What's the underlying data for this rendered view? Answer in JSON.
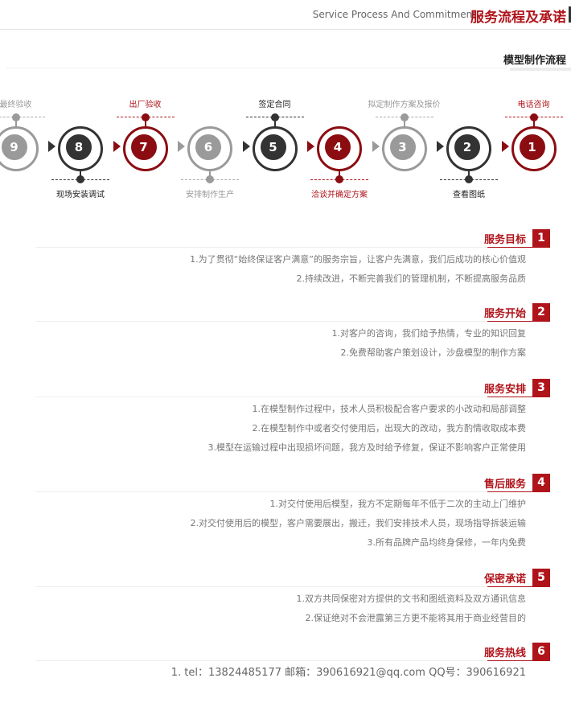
{
  "header": {
    "title_cn": "服务流程及承诺",
    "title_en": "Service Process And Commitment"
  },
  "subheader": {
    "title": "模型制作流程"
  },
  "colors": {
    "accent_red": "#b0141b",
    "dark": "#333333",
    "gray": "#9a9a9a"
  },
  "process": {
    "steps": [
      {
        "num": "1",
        "label": "电话咨询",
        "position": "top",
        "color": "red"
      },
      {
        "num": "2",
        "label": "查看图纸",
        "position": "bottom",
        "color": "dark"
      },
      {
        "num": "3",
        "label": "拟定制作方案及报价",
        "position": "top",
        "color": "gray"
      },
      {
        "num": "4",
        "label": "洽谈并确定方案",
        "position": "bottom",
        "color": "red"
      },
      {
        "num": "5",
        "label": "签定合同",
        "position": "top",
        "color": "dark"
      },
      {
        "num": "6",
        "label": "安排制作生产",
        "position": "bottom",
        "color": "gray"
      },
      {
        "num": "7",
        "label": "出厂验收",
        "position": "top",
        "color": "red"
      },
      {
        "num": "8",
        "label": "现场安装调试",
        "position": "bottom",
        "color": "dark"
      },
      {
        "num": "9",
        "label": "最终验收",
        "position": "top",
        "color": "gray"
      }
    ]
  },
  "sections": [
    {
      "num": "1",
      "title": "服务目标",
      "items": [
        "1.为了贯彻“始终保证客户满意”的服务宗旨，让客户先满意，我们后成功的核心价值观",
        "2.持续改进，不断完善我们的管理机制，不断提高服务品质"
      ]
    },
    {
      "num": "2",
      "title": "服务开始",
      "items": [
        "1.对客户的咨询，我们给予热情，专业的知识回复",
        "2.免费帮助客户策划设计，沙盘模型的制作方案"
      ]
    },
    {
      "num": "3",
      "title": "服务安排",
      "items": [
        "1.在模型制作过程中，技术人员积极配合客户要求的小改动和局部调整",
        "2.在模型制作中或者交付使用后，出现大的改动，我方酌情收取成本费",
        "3.模型在运输过程中出现损坏问题，我方及时给予修复，保证不影响客户正常使用"
      ]
    },
    {
      "num": "4",
      "title": "售后服务",
      "items": [
        "1.对交付使用后模型，我方不定期每年不低于二次的主动上门维护",
        "2.对交付使用后的模型，客户需要展出，搬迁，我们安排技术人员，现场指导拆装运输",
        "3.所有品牌产品均终身保修，一年内免费"
      ]
    },
    {
      "num": "5",
      "title": "保密承诺",
      "items": [
        "1.双方共同保密对方提供的文书和图纸资料及双方通讯信息",
        "2.保证绝对不会泄露第三方更不能将其用于商业经营目的"
      ]
    },
    {
      "num": "6",
      "title": "服务热线",
      "items": [
        "1. tel：13824485177 邮箱：390616921@qq.com QQ号：390616921"
      ]
    }
  ]
}
